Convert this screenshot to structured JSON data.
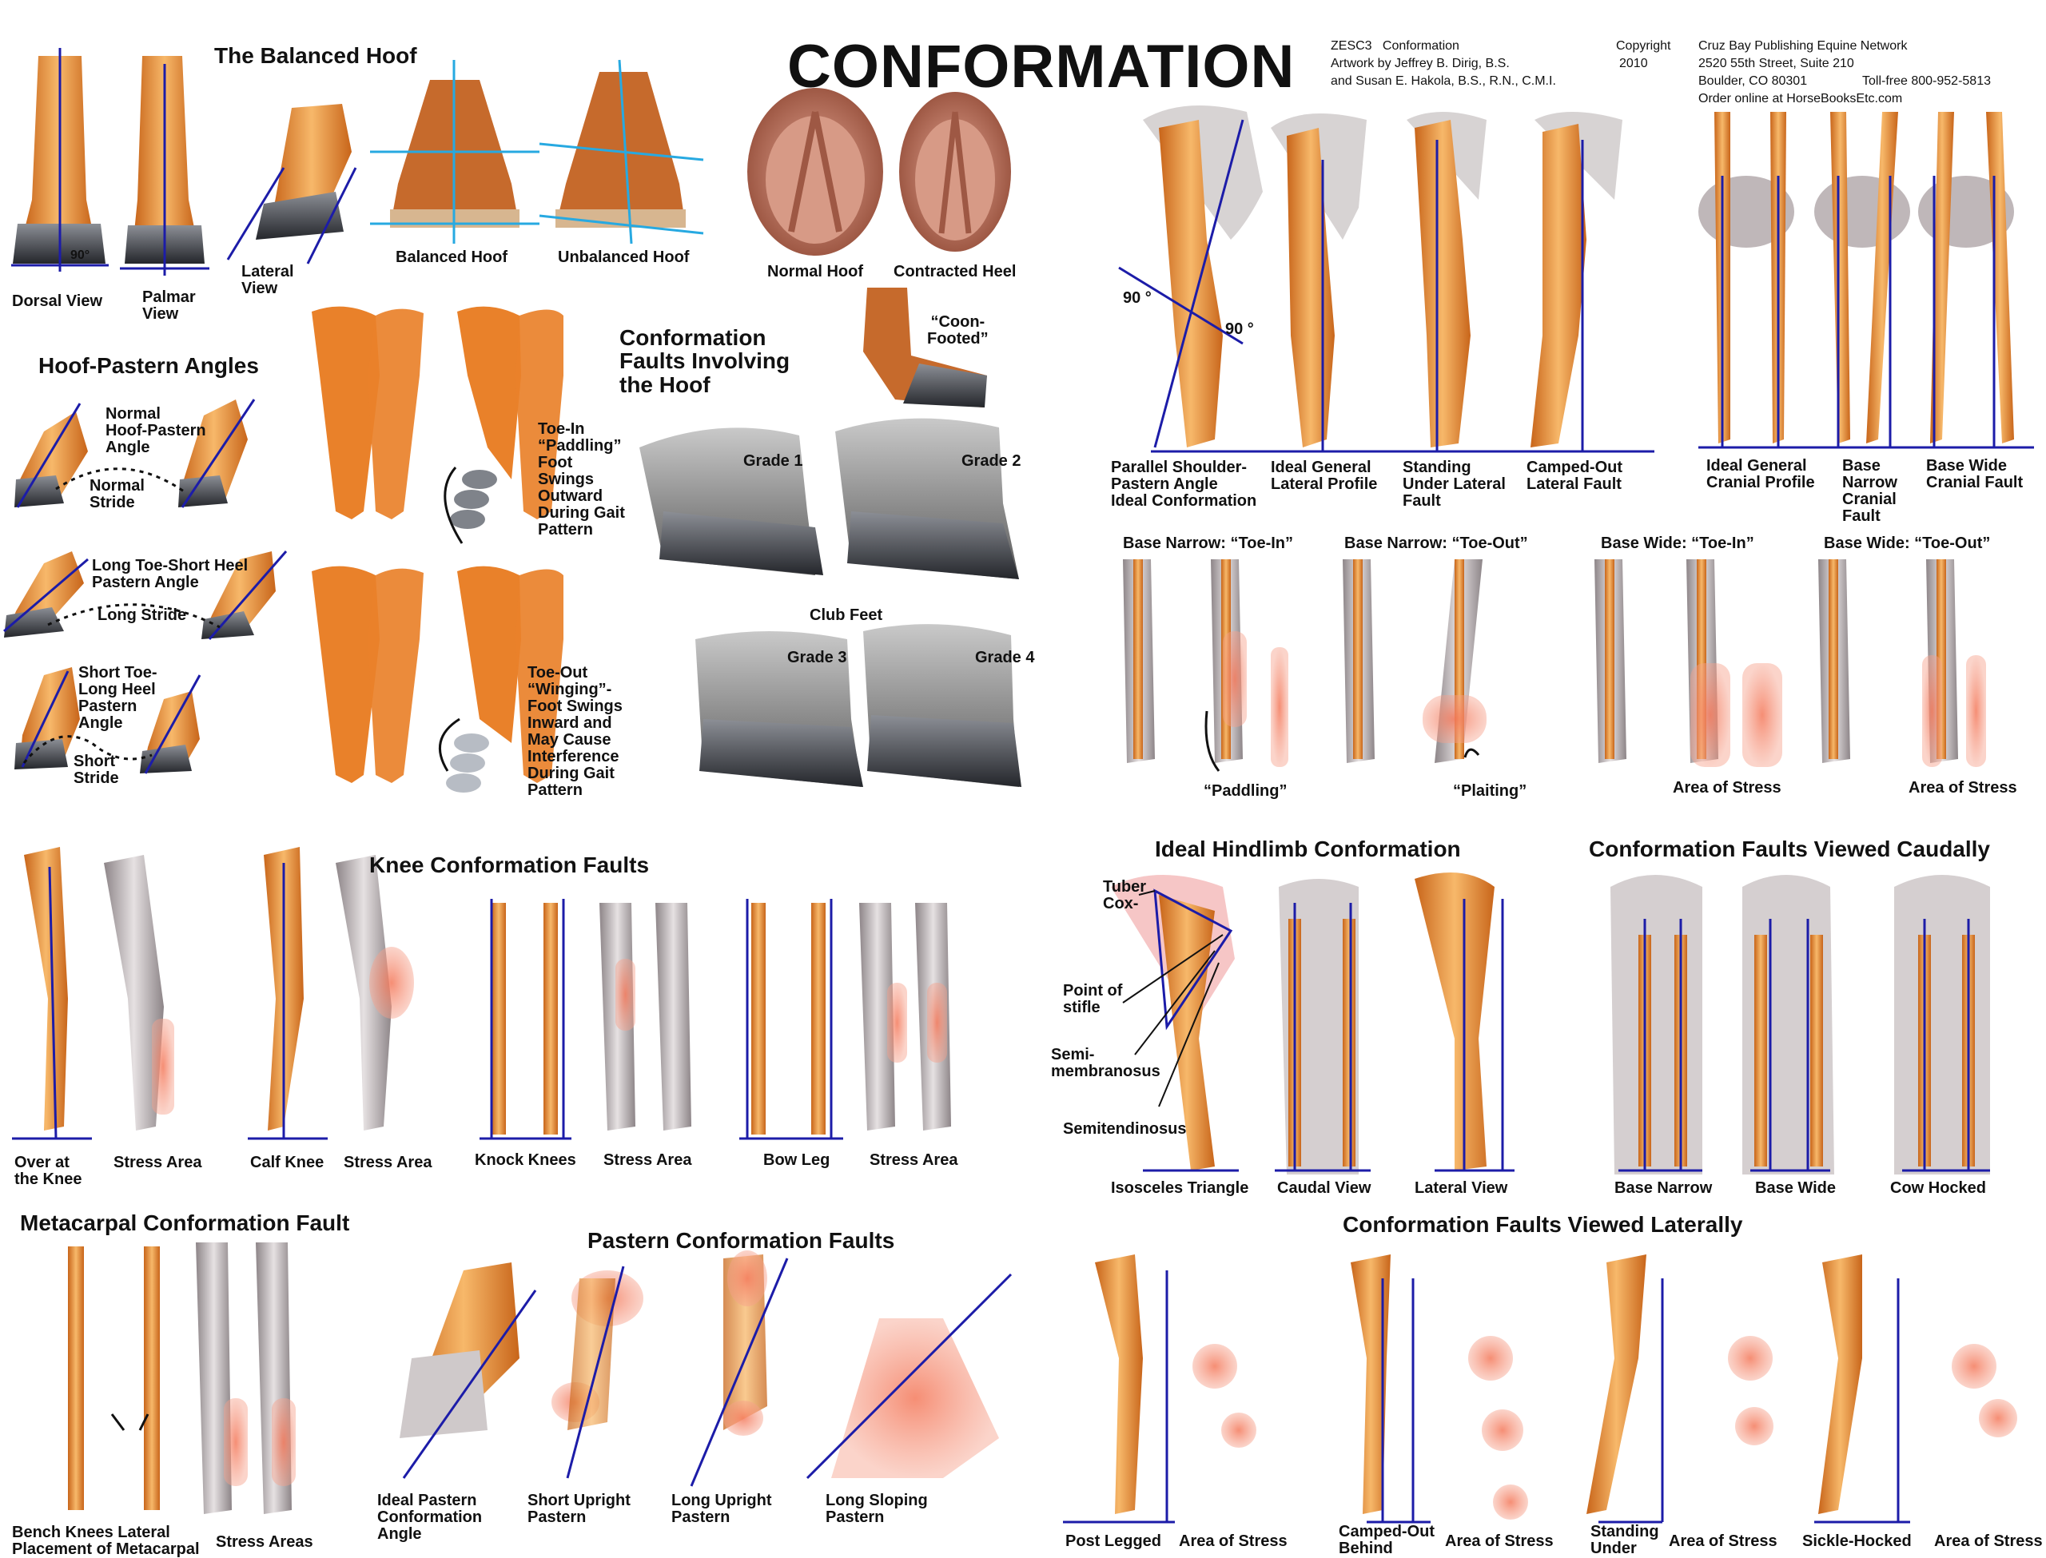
{
  "title": "CONFORMATION",
  "credits": {
    "code": "ZESC3   Conformation",
    "artwork": "Artwork by Jeffrey B. Dirig, B.S.",
    "coauthor": "and Susan E. Hakola, B.S., R.N., C.M.I.",
    "copyright": "Copyright",
    "year": "2010",
    "publisher": "Cruz Bay Publishing Equine Network",
    "address1": "2520 55th Street, Suite 210",
    "address2": "Boulder, CO 80301",
    "tollfree": "Toll-free 800-952-5813",
    "order": "Order online at HorseBooksEtc.com"
  },
  "sections": {
    "balanced_hoof": {
      "heading": "The Balanced Hoof",
      "dorsal": "Dorsal View",
      "palmar": "Palmar\nView",
      "lateral": "Lateral\nView",
      "balanced": "Balanced Hoof",
      "unbalanced": "Unbalanced Hoof",
      "angle": "90°"
    },
    "hoof_types": {
      "normal": "Normal Hoof",
      "contracted": "Contracted Heel",
      "coon": "“Coon-\nFooted”"
    },
    "hoof_pastern": {
      "heading": "Hoof-Pastern Angles",
      "normal_angle": "Normal\nHoof-Pastern\nAngle",
      "normal_stride": "Normal\nStride",
      "long_toe": "Long Toe-Short Heel\nPastern Angle",
      "long_stride": "Long Stride",
      "short_toe": "Short Toe-\nLong Heel\nPastern\nAngle",
      "short_stride": "Short\nStride"
    },
    "gait": {
      "toe_in": "Toe-In\n“Paddling”\nFoot\nSwings\nOutward\nDuring Gait\nPattern",
      "toe_out": "Toe-Out\n“Winging”-\nFoot Swings\nInward and\nMay Cause\nInterference\nDuring Gait\nPattern"
    },
    "hoof_faults": {
      "heading": "Conformation\nFaults Involving\nthe Hoof",
      "grade1": "Grade 1",
      "grade2": "Grade 2",
      "grade3": "Grade 3",
      "grade4": "Grade 4",
      "club": "Club Feet"
    },
    "forelimb": {
      "angle1": "90 °",
      "angle2": "90 °",
      "parallel": "Parallel Shoulder-\nPastern Angle\nIdeal Conformation",
      "ideal_lateral": "Ideal General\nLateral Profile",
      "standing_under": "Standing\nUnder Lateral\nFault",
      "camped_out": "Camped-Out\nLateral Fault",
      "ideal_cranial": "Ideal General\nCranial Profile",
      "base_narrow_cranial": "Base\nNarrow\nCranial\nFault",
      "base_wide_cranial": "Base Wide\nCranial Fault"
    },
    "base_faults": {
      "bn_toe_in": "Base Narrow: “Toe-In”",
      "bn_toe_out": "Base Narrow: “Toe-Out”",
      "bw_toe_in": "Base Wide: “Toe-In”",
      "bw_toe_out": "Base Wide: “Toe-Out”",
      "paddling": "“Paddling”",
      "plaiting": "“Plaiting”",
      "stress1": "Area of Stress",
      "stress2": "Area of Stress"
    },
    "knee": {
      "heading": "Knee Conformation Faults",
      "over": "Over at\nthe Knee",
      "stress1": "Stress Area",
      "calf": "Calf Knee",
      "stress2": "Stress Area",
      "knock": "Knock Knees",
      "stress3": "Stress Area",
      "bow": "Bow Leg",
      "stress4": "Stress Area"
    },
    "hindlimb": {
      "heading": "Ideal Hindlimb Conformation",
      "tuber": "Tuber\nCox-",
      "point": "Point of\nstifle",
      "semimem": "Semi-\nmembranosus",
      "semiten": "Semitendinosus",
      "isosceles": "Isosceles Triangle",
      "caudal": "Caudal View",
      "lateral": "Lateral View"
    },
    "caudal_faults": {
      "heading": "Conformation Faults Viewed Caudally",
      "base_narrow": "Base Narrow",
      "base_wide": "Base Wide",
      "cow_hocked": "Cow Hocked"
    },
    "metacarpal": {
      "heading": "Metacarpal Conformation Fault",
      "bench": "Bench Knees Lateral\nPlacement of Metacarpal",
      "stress": "Stress Areas"
    },
    "pastern": {
      "heading": "Pastern Conformation Faults",
      "ideal": "Ideal Pastern\nConformation\nAngle",
      "short_upright": "Short Upright\nPastern",
      "long_upright": "Long Upright\nPastern",
      "long_sloping": "Long Sloping\nPastern"
    },
    "lateral_faults": {
      "heading": "Conformation Faults Viewed Laterally",
      "post": "Post Legged",
      "stress1": "Area of Stress",
      "camped": "Camped-Out\nBehind",
      "stress2": "Area of Stress",
      "standing": "Standing\nUnder",
      "stress3": "Area of Stress",
      "sickle": "Sickle-Hocked",
      "stress4": "Area of Stress"
    }
  },
  "colors": {
    "bone": "#e8892e",
    "bone_light": "#f3b15e",
    "guide": "#1c1ca8",
    "cyan_guide": "#27a9e1",
    "stress": "#f28a6a",
    "leg_gray": "#b9b2b4",
    "hoof_pink": "#c98873",
    "horn_dark": "#3d4048"
  }
}
